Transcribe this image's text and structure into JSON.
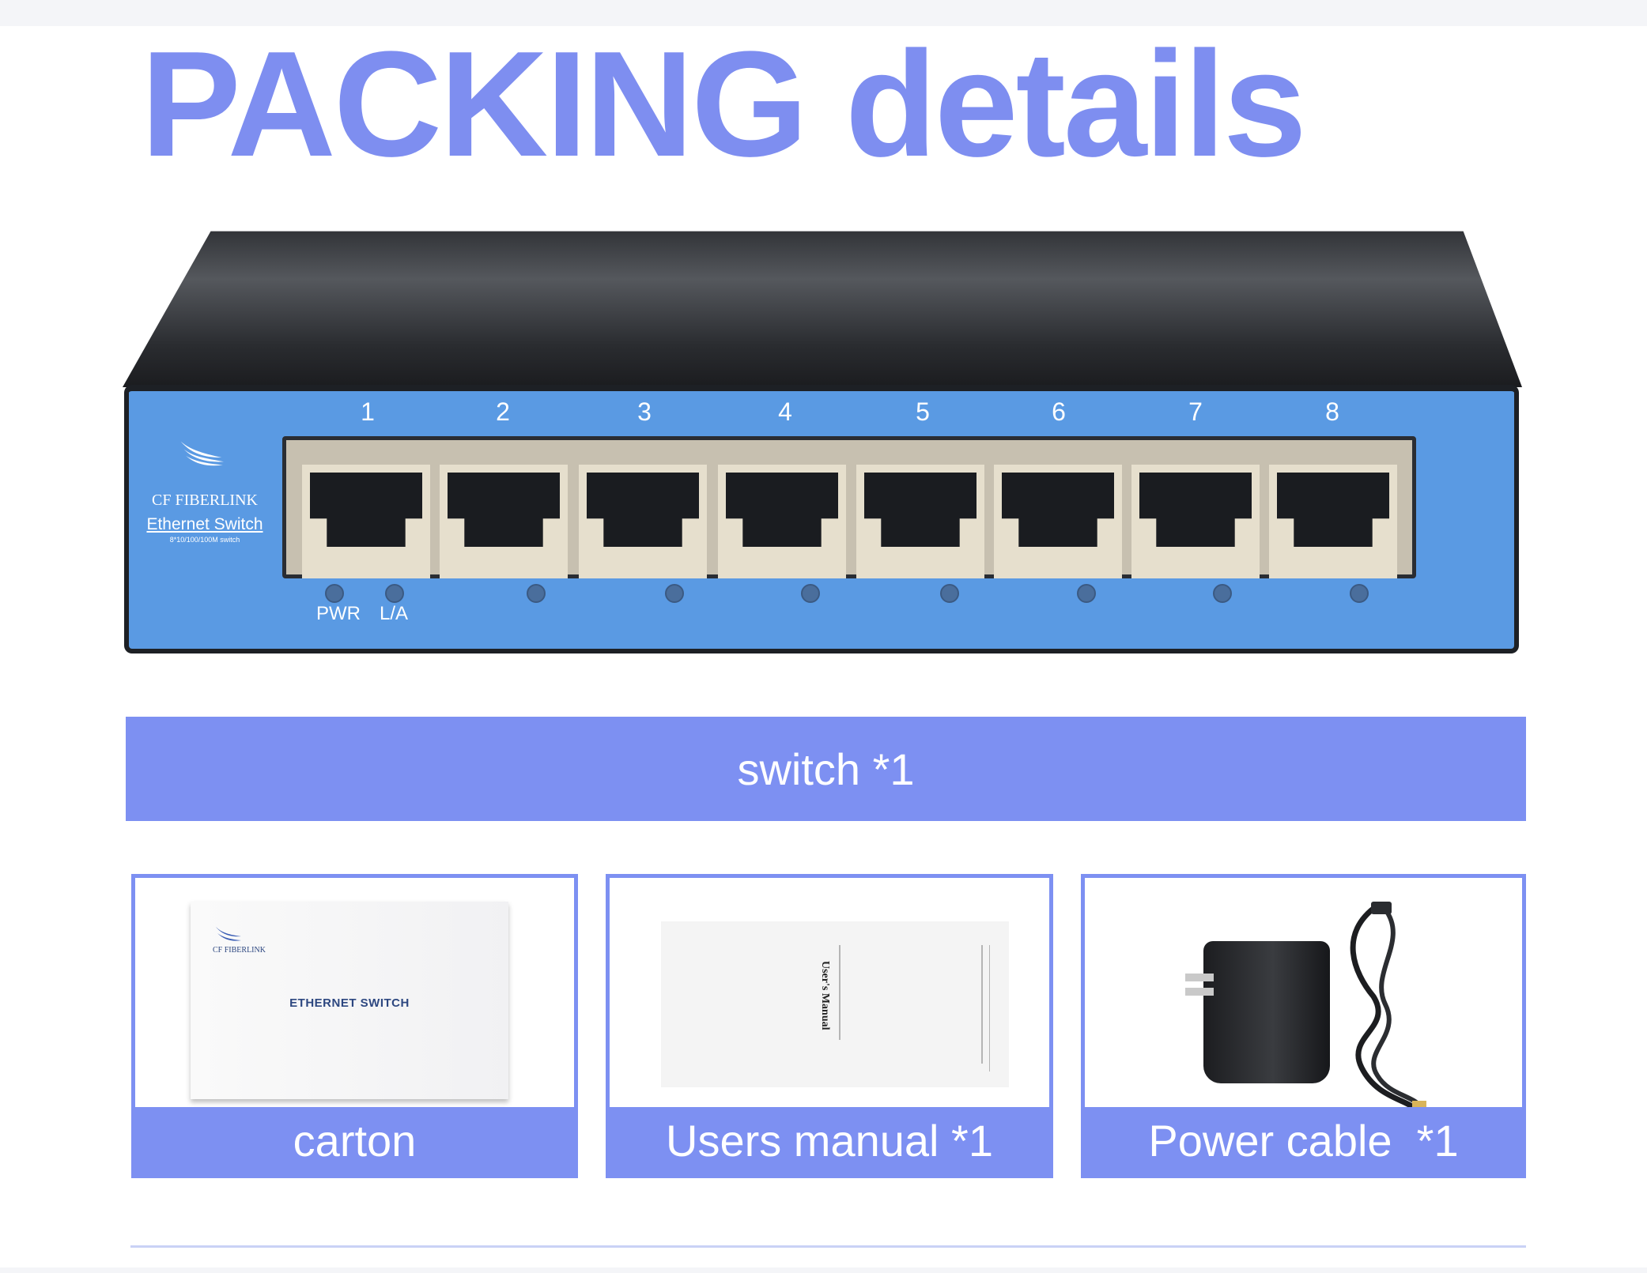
{
  "heading": "PACKING details",
  "switch": {
    "brand": "CF FIBERLINK",
    "product": "Ethernet Switch",
    "spec": "8*10/100/100M switch",
    "ports": [
      "1",
      "2",
      "3",
      "4",
      "5",
      "6",
      "7",
      "8"
    ],
    "led_labels": [
      "PWR",
      "L/A"
    ]
  },
  "banner": "switch *1",
  "items": [
    {
      "label": "carton",
      "box_brand": "CF FIBERLINK",
      "box_text": "ETHERNET SWITCH"
    },
    {
      "label": "Users manual *1",
      "manual_title": "User's Manual"
    },
    {
      "label": "Power cable  *1"
    }
  ],
  "colors": {
    "accent": "#7d90f2",
    "heading": "#7e8ef0",
    "switch_front": "#5a9ae3"
  }
}
